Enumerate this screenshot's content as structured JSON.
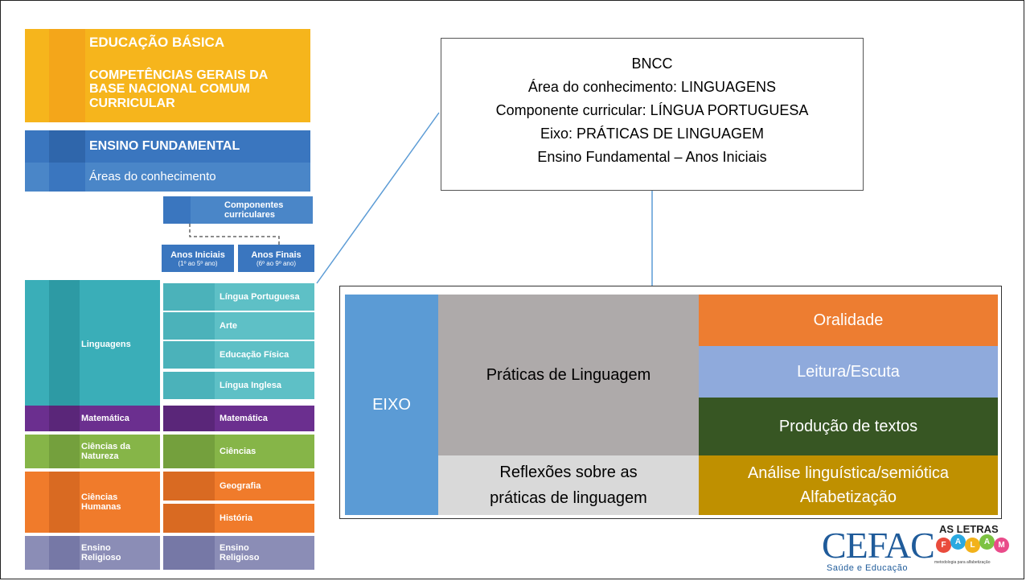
{
  "infographic": {
    "educacao_basica": "EDUCAÇÃO BÁSICA",
    "competencias": "COMPETÊNCIAS GERAIS DA BASE NACIONAL COMUM CURRICULAR",
    "ensino_fundamental": "ENSINO FUNDAMENTAL",
    "areas": "Áreas do conhecimento",
    "componentes": "Componentes curriculares",
    "anos_iniciais": "Anos Iniciais",
    "anos_iniciais_sub": "(1º ao 5º ano)",
    "anos_finais": "Anos Finais",
    "anos_finais_sub": "(6º ao 9º ano)",
    "areas_list": {
      "linguagens": "Linguagens",
      "matematica": "Matemática",
      "ciencias_natureza": "Ciências da Natureza",
      "ciencias_humanas": "Ciências Humanas",
      "ensino_religioso": "Ensino Religioso"
    },
    "componentes_list": {
      "lingua_portuguesa": "Língua Portuguesa",
      "arte": "Arte",
      "educacao_fisica": "Educação Física",
      "lingua_inglesa": "Língua Inglesa",
      "matematica": "Matemática",
      "ciencias": "Ciências",
      "geografia": "Geografia",
      "historia": "História",
      "ensino_religioso": "Ensino Religioso"
    }
  },
  "bncc_box": {
    "line1": "BNCC",
    "line2": "Área do conhecimento: LINGUAGENS",
    "line3": "Componente curricular: LÍNGUA PORTUGUESA",
    "line4": "Eixo: PRÁTICAS DE LINGUAGEM",
    "line5": "Ensino Fundamental – Anos Iniciais"
  },
  "table": {
    "eixo": "EIXO",
    "praticas": "Práticas de Linguagem",
    "reflexoes": "Reflexões sobre as práticas de linguagem",
    "oralidade": "Oralidade",
    "leitura": "Leitura/Escuta",
    "producao": "Produção de textos",
    "analise_line1": "Análise linguística/semiótica",
    "analise_line2": "Alfabetização"
  },
  "logos": {
    "cefac_name": "CEFAC",
    "cefac_sub": "Saúde e Educação",
    "letras_top": "AS LETRAS",
    "letras_letters": [
      "F",
      "A",
      "L",
      "A",
      "M"
    ],
    "letras_tag": "metodologia para alfabetização"
  },
  "colors": {
    "eixo": "#5b9bd5",
    "praticas": "#aeaaaa",
    "reflexoes": "#d9d9d9",
    "oralidade": "#ed7d31",
    "leitura": "#8faadc",
    "producao": "#375623",
    "analise": "#bf9000",
    "letras_bubbles": [
      "#e94b3c",
      "#2aa9e0",
      "#f2b21b",
      "#7cc242",
      "#e94b8a"
    ]
  }
}
